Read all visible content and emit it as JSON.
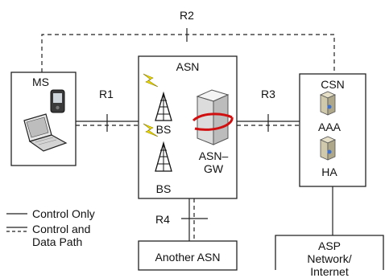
{
  "refs": {
    "r1": "R1",
    "r2": "R2",
    "r3": "R3",
    "r4": "R4"
  },
  "nodes": {
    "ms": "MS",
    "asn": "ASN",
    "csn": "CSN",
    "bs_top": "BS",
    "bs_bottom": "BS",
    "asn_gw_line1": "ASN–",
    "asn_gw_line2": "GW",
    "aaa": "AAA",
    "ha": "HA",
    "another_asn": "Another ASN",
    "asp_line1": "ASP Network/",
    "asp_line2": "Internet"
  },
  "legend": {
    "control_only": "Control Only",
    "control_data_line1": "Control and",
    "control_data_line2": "Data Path"
  }
}
